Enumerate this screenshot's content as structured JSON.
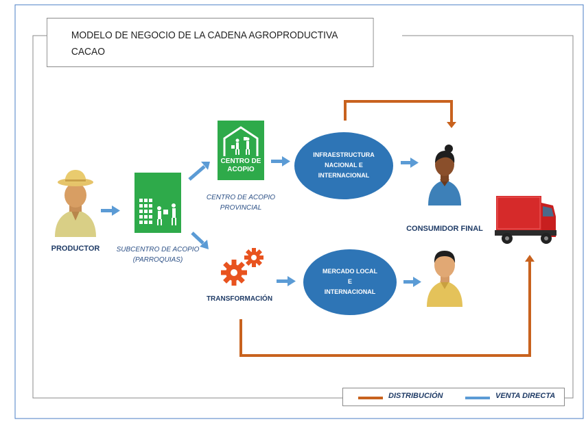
{
  "title": {
    "line1": "MODELO DE NEGOCIO DE LA CADENA AGROPRODUCTIVA",
    "line2": "CACAO"
  },
  "nodes": {
    "productor": "PRODUCTOR",
    "subcentro_line1": "SUBCENTRO DE ACOPIO",
    "subcentro_line2": "(PARROQUIAS)",
    "centro_icon_line1": "CENTRO DE",
    "centro_icon_line2": "ACOPIO",
    "centro_line1": "CENTRO DE ACOPIO",
    "centro_line2": "PROVINCIAL",
    "transformacion": "TRANSFORMACIÓN",
    "infra_line1": "INFRAESTRUCTURA",
    "infra_line2": "NACIONAL E",
    "infra_line3": "INTERNACIONAL",
    "mercado_line1": "MERCADO LOCAL",
    "mercado_line2": "E",
    "mercado_line3": "INTERNACIONAL",
    "consumidor": "CONSUMIDOR FINAL"
  },
  "legend": {
    "distribucion": "DISTRIBUCIÓN",
    "venta_directa": "VENTA DIRECTA"
  },
  "colors": {
    "distribution": "#c8621e",
    "direct_sale": "#5b9bd5",
    "ellipse": "#2e75b6",
    "green": "#2eaa4a",
    "gear": "#e8531f",
    "truck_red": "#d62a2a"
  }
}
